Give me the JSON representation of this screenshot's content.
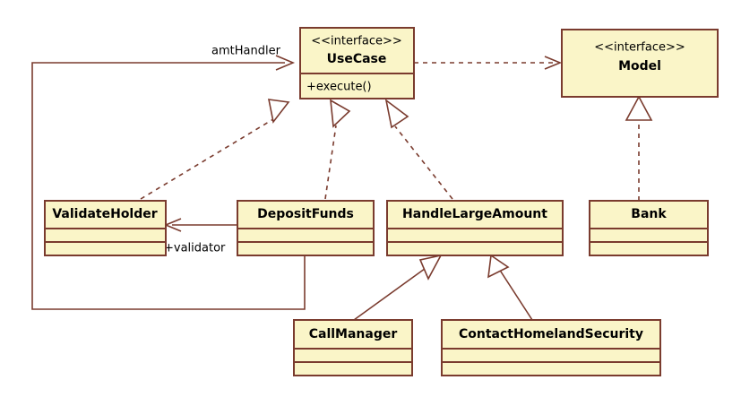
{
  "diagram": {
    "kind": "uml-class-diagram",
    "title": "",
    "colors": {
      "class_fill": "#faf5c8",
      "class_border": "#7a3b2e",
      "line": "#7a3b2e",
      "arrowhead_fill": "#ffffff",
      "background": "#ffffff",
      "text": "#000000"
    }
  },
  "classes": {
    "usecase": {
      "stereotype": "<<interface>>",
      "name": "UseCase",
      "members": [
        "+execute()"
      ],
      "compartments": 2
    },
    "model": {
      "stereotype": "<<interface>>",
      "name": "Model",
      "members": [],
      "compartments": 1
    },
    "validate_holder": {
      "stereotype": "",
      "name": "ValidateHolder",
      "members": [],
      "compartments": 3
    },
    "deposit_funds": {
      "stereotype": "",
      "name": "DepositFunds",
      "members": [],
      "compartments": 3
    },
    "handle_large_amount": {
      "stereotype": "",
      "name": "HandleLargeAmount",
      "members": [],
      "compartments": 3
    },
    "bank": {
      "stereotype": "",
      "name": "Bank",
      "members": [],
      "compartments": 3
    },
    "call_manager": {
      "stereotype": "",
      "name": "CallManager",
      "members": [],
      "compartments": 3
    },
    "contact_homeland_security": {
      "stereotype": "",
      "name": "ContactHomelandSecurity",
      "members": [],
      "compartments": 3
    }
  },
  "relationships": [
    {
      "id": "deposit-to-usecase-amthandler",
      "type": "association",
      "from": "DepositFunds",
      "to": "UseCase",
      "label": "amtHandler"
    },
    {
      "id": "usecase-to-model",
      "type": "dependency",
      "from": "UseCase",
      "to": "Model",
      "label": ""
    },
    {
      "id": "validateholder-realizes-usecase",
      "type": "realization",
      "from": "ValidateHolder",
      "to": "UseCase",
      "label": ""
    },
    {
      "id": "depositfunds-realizes-usecase",
      "type": "realization",
      "from": "DepositFunds",
      "to": "UseCase",
      "label": ""
    },
    {
      "id": "handlelargeamount-realizes-usecase",
      "type": "realization",
      "from": "HandleLargeAmount",
      "to": "UseCase",
      "label": ""
    },
    {
      "id": "bank-realizes-model",
      "type": "realization",
      "from": "Bank",
      "to": "Model",
      "label": ""
    },
    {
      "id": "deposit-to-validateholder-validator",
      "type": "association",
      "from": "DepositFunds",
      "to": "ValidateHolder",
      "label": "+validator"
    },
    {
      "id": "callmanager-extends-handlelargeamount",
      "type": "generalization",
      "from": "CallManager",
      "to": "HandleLargeAmount",
      "label": ""
    },
    {
      "id": "contacthomelandsecurity-extends-handlelargeamount",
      "type": "generalization",
      "from": "ContactHomelandSecurity",
      "to": "HandleLargeAmount",
      "label": ""
    }
  ],
  "edge_labels": {
    "amt_handler": "amtHandler",
    "validator": "+validator"
  }
}
